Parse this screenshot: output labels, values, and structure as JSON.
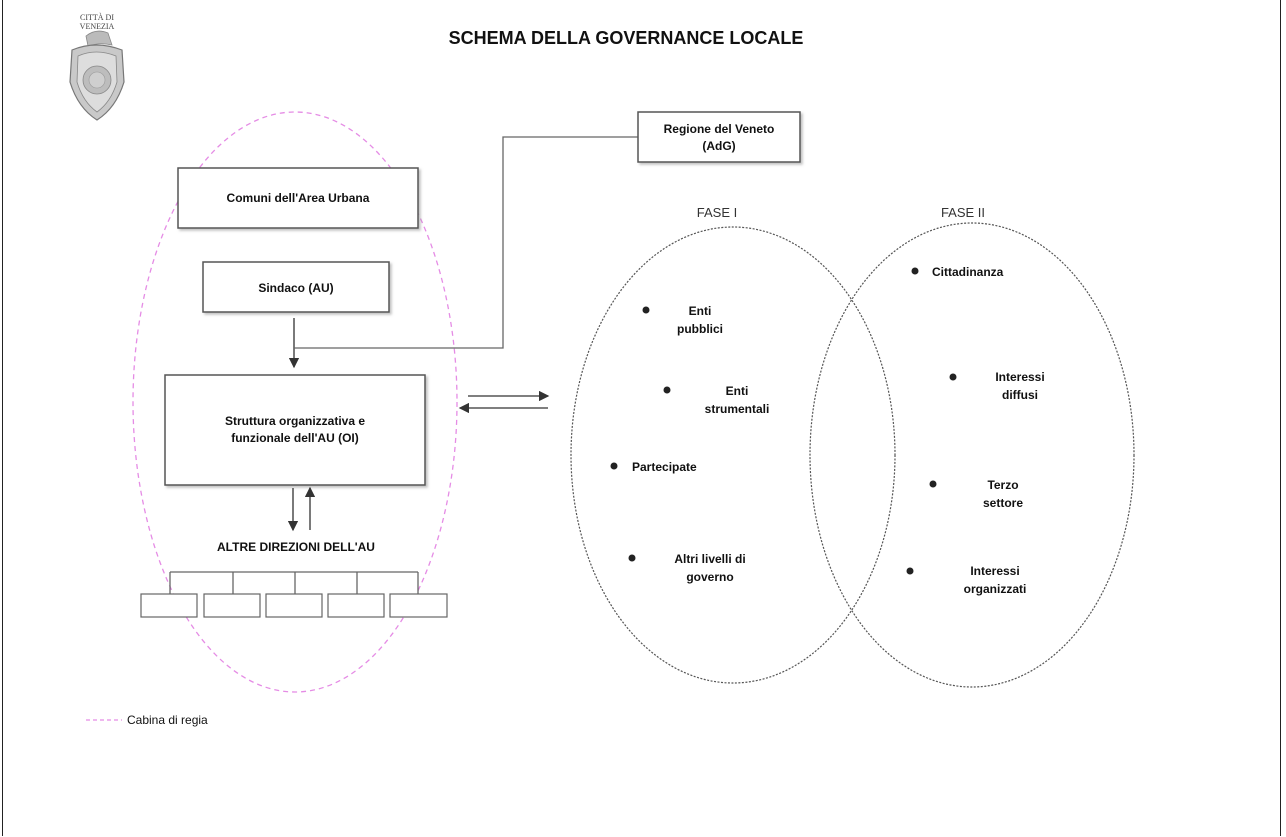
{
  "title": "SCHEMA DELLA GOVERNANCE LOCALE",
  "logo": {
    "text_line1": "CITTÀ DI",
    "text_line2": "VENEZIA"
  },
  "boxes": {
    "comuni": "Comuni dell'Area Urbana",
    "sindaco": "Sindaco (AU)",
    "struttura_line1": "Struttura organizzativa e",
    "struttura_line2": "funzionale dell'AU (OI)",
    "regione_line1": "Regione del Veneto",
    "regione_line2": "(AdG)"
  },
  "altre_direzioni": "ALTRE DIREZIONI DELL'AU",
  "fase1": {
    "label": "FASE I",
    "items": [
      {
        "line1": "Enti",
        "line2": "pubblici"
      },
      {
        "line1": "Enti",
        "line2": "strumentali"
      },
      {
        "line1": "Partecipate",
        "line2": ""
      },
      {
        "line1": "Altri livelli di",
        "line2": "governo"
      }
    ]
  },
  "fase2": {
    "label": "FASE II",
    "items": [
      {
        "line1": "Cittadinanza",
        "line2": ""
      },
      {
        "line1": "Interessi",
        "line2": "diffusi"
      },
      {
        "line1": "Terzo",
        "line2": "settore"
      },
      {
        "line1": "Interessi",
        "line2": "organizzati"
      }
    ]
  },
  "legend": {
    "label": "Cabina di regia",
    "color": "#e58ce5"
  }
}
